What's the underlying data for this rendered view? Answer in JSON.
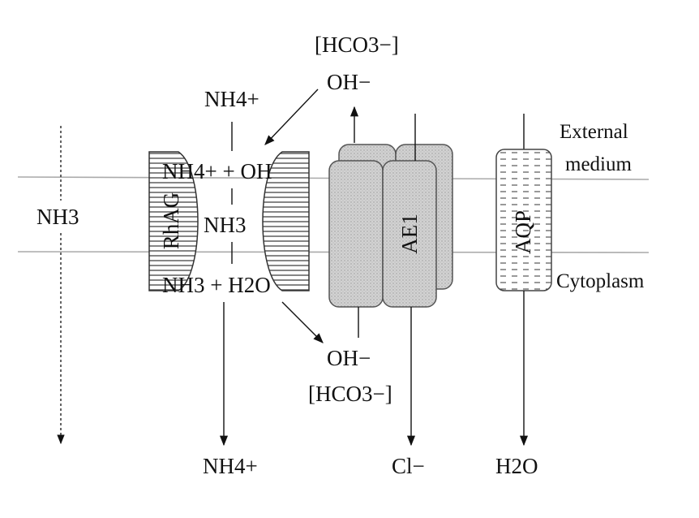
{
  "labels": {
    "nh3_left": "NH3",
    "nh4_top": "NH4+",
    "hco3_top": "[HCO3−]",
    "oh_top": "OH−",
    "nh4_oh": "NH4+ + OH",
    "nh3_center": "NH3",
    "nh3_h2o": "NH3 + H2O",
    "oh_bottom": "OH−",
    "hco3_bottom": "[HCO3−]",
    "nh4_bottom": "NH4+",
    "cl_bottom": "Cl−",
    "h2o_bottom": "H2O",
    "rhag": "RhAG",
    "ae1": "AE1",
    "aqp": "AQP",
    "external_medium_line1": "External",
    "external_medium_line2": "medium",
    "cytoplasm": "Cytoplasm"
  }
}
